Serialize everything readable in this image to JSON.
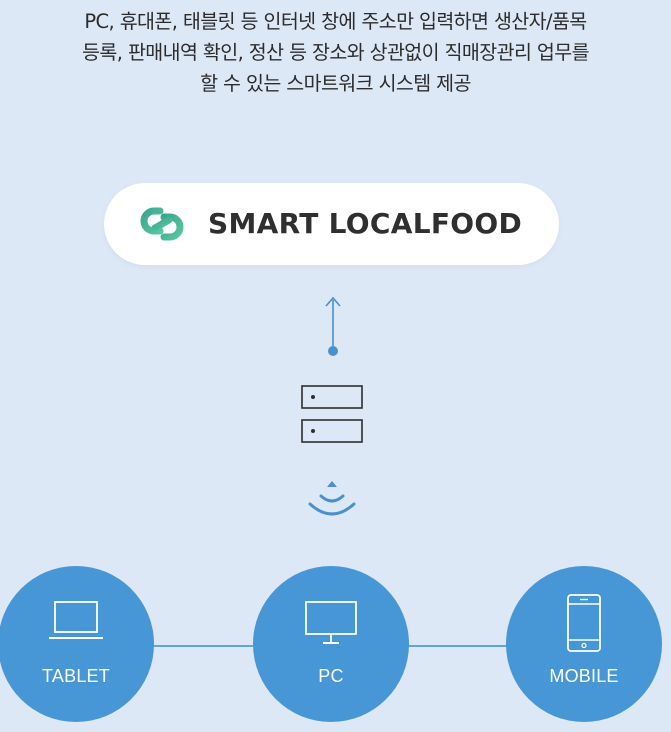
{
  "headline": {
    "line1": "PC, 휴대폰, 태블릿 등 인터넷 창에 주소만 입력하면 생산자/품목",
    "line2": "등록, 판매내역 확인, 정산 등  장소와 상관없이 직매장관리 업무를",
    "line3": "할 수 있는  스마트워크 시스템 제공"
  },
  "logo": {
    "text": "SMART LOCALFOOD",
    "icon": "link-chain-logo",
    "colors": [
      "#3fb39c",
      "#4fc39a"
    ]
  },
  "flow": {
    "upload_icon": "arrow-up-icon",
    "server_icon": "server-icon",
    "signal_icon": "wifi-signal-icon"
  },
  "devices": [
    {
      "label": "TABLET",
      "icon": "laptop-icon"
    },
    {
      "label": "PC",
      "icon": "monitor-icon"
    },
    {
      "label": "MOBILE",
      "icon": "smartphone-icon"
    }
  ],
  "colors": {
    "background": "#dde8f7",
    "accent": "#4796d6",
    "line": "#5da7dc"
  }
}
